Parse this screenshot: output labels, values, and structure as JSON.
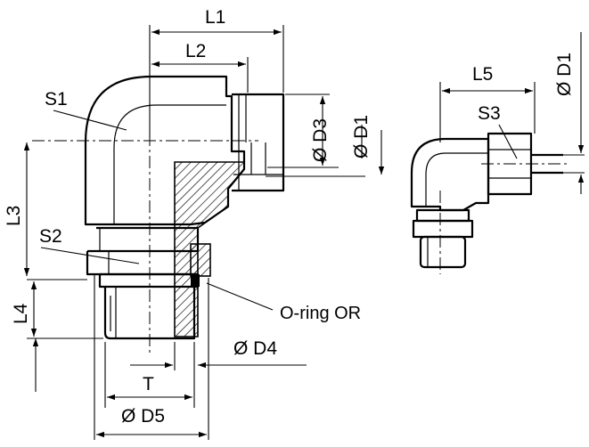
{
  "labels": {
    "l1": "L1",
    "l2": "L2",
    "l3": "L3",
    "l4": "L4",
    "l5": "L5",
    "s1": "S1",
    "s2": "S2",
    "s3": "S3",
    "d1_main": "Ø D1",
    "d3": "Ø D3",
    "d4": "Ø D4",
    "d5": "Ø D5",
    "t": "T",
    "oring": "O-ring OR",
    "d1_small": "Ø D1"
  },
  "icons": [
    "arrowhead-icon"
  ],
  "colors": {
    "line": "#000000",
    "hatch": "#000000",
    "background": "#ffffff"
  }
}
